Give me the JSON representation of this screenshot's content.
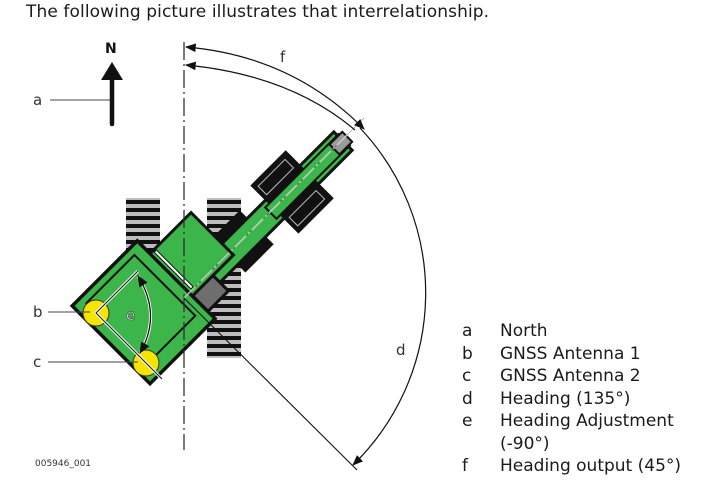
{
  "intro_text": "The following picture illustrates that interrelationship.",
  "figure": {
    "north_label": "N",
    "callouts": {
      "a": "a",
      "b": "b",
      "c": "c",
      "d": "d",
      "e": "e",
      "f": "f"
    },
    "figure_id": "005946_001",
    "colors": {
      "machine_green": "#3cb54a",
      "outline": "#111111",
      "antenna_yellow": "#f5e400",
      "tread_gray": "#bdbdbd",
      "cab_gray": "#6e6e6e"
    }
  },
  "legend": [
    {
      "key": "a",
      "text": "North"
    },
    {
      "key": "b",
      "text": "GNSS Antenna 1"
    },
    {
      "key": "c",
      "text": "GNSS Antenna 2"
    },
    {
      "key": "d",
      "text": "Heading (135°)"
    },
    {
      "key": "e",
      "text": "Heading Adjustment (-90°)"
    },
    {
      "key": "f",
      "text": "Heading output (45°)"
    }
  ]
}
